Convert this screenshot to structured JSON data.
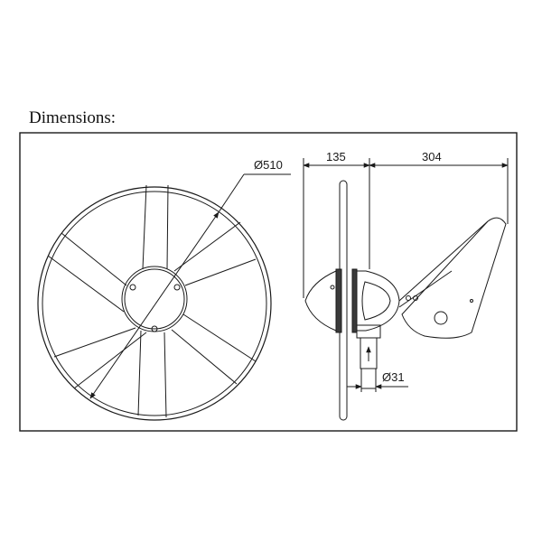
{
  "heading": "Dimensions:",
  "dimensions": {
    "rotor_diameter": "Ø510",
    "front_depth": "135",
    "tail_length": "304",
    "pole_diameter": "Ø31"
  },
  "colors": {
    "line": "#1a1a1a",
    "background": "#ffffff"
  }
}
